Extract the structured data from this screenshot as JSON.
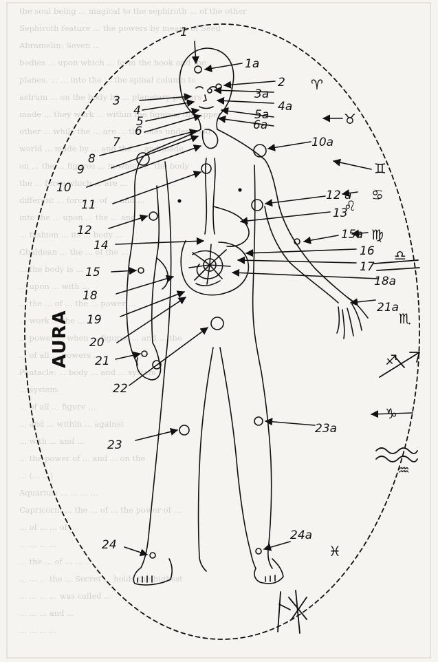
{
  "aura_label": "AURA",
  "labels": {
    "l1": "1",
    "l1a": "1a",
    "l2": "2",
    "l3": "3",
    "l3a": "3a",
    "l4": "4",
    "l4a": "4a",
    "l5": "5",
    "l5a": "5a",
    "l6": "6",
    "l6a": "6a",
    "l7": "7",
    "l8": "8",
    "l9": "9",
    "l10": "10",
    "l10a": "10a",
    "l11": "11",
    "l12": "12",
    "l12a": "12 a",
    "l13": "13",
    "l14": "14",
    "l15": "15",
    "l15a": "15a",
    "l16": "16",
    "l17": "17",
    "l18": "18",
    "l18a": "18a",
    "l19": "19",
    "l20": "20",
    "l21": "21",
    "l21a": "21a",
    "l22": "22",
    "l23": "23",
    "l23a": "23a",
    "l24": "24",
    "l24a": "24a"
  },
  "signs": {
    "aries": "♈",
    "taurus": "♉",
    "gemini": "♊",
    "cancer": "♋",
    "leo": "♌",
    "virgo": "♍",
    "libra": "♎",
    "scorpio": "♏",
    "sagittarius": "♐",
    "capricorn": "♑",
    "aquarius": "♒",
    "pisces": "♓"
  },
  "background_text": [
    "the soul being ... magical to the sephiroth ... of the other",
    "Sephiroth feature ... the powers by means of Seed",
    "Abramelin: Seven ...",
    "bodies ...  upon which ... form the book and the",
    "planes, ...  ... into the ... the spinal column to",
    "astrum ... on the body by ... planetary powers",
    "made ... they work ... within the figures, the upper",
    "other ... while the ... are ... the ones understood",
    "world ... made by ... and the ... and made",
    "on ... the ... figures ... in which ... the body",
    "the ... force which ... are ... ",
    "different ... force ... of ... and ...",
    "into the ... upon ... the ... and",
    "... fashion ... its ... body ...",
    "Chaldean ... the ... of the ...",
    "... the body is ...",
    "... upon ... with ...",
    "... the ... of ... the ... power ...",
    "... work ... the ... ",
    "... power ... when ... figures ... and ... the",
    "... of all ... powers ...",
    "Pentacle: ... body ... and ... system",
    "... system.",
    "... of all ... figure ...",
    "... and ... within ... against",
    "... with ... and ...",
    "... the power of ... and ... on the",
    "... (... ...)",
    "Aquarius: ... ... ... ...",
    "Capricorn: ... the ... of ... the power of ...",
    "... of ... ... of ...",
    "... ... ... ...",
    "... the ... of ... ... ... ",
    "... ... ... the ... Secret ... holds the highest",
    "... ... ... ... was called ...",
    "... ... ... and ...",
    "... ... ... ..."
  ]
}
